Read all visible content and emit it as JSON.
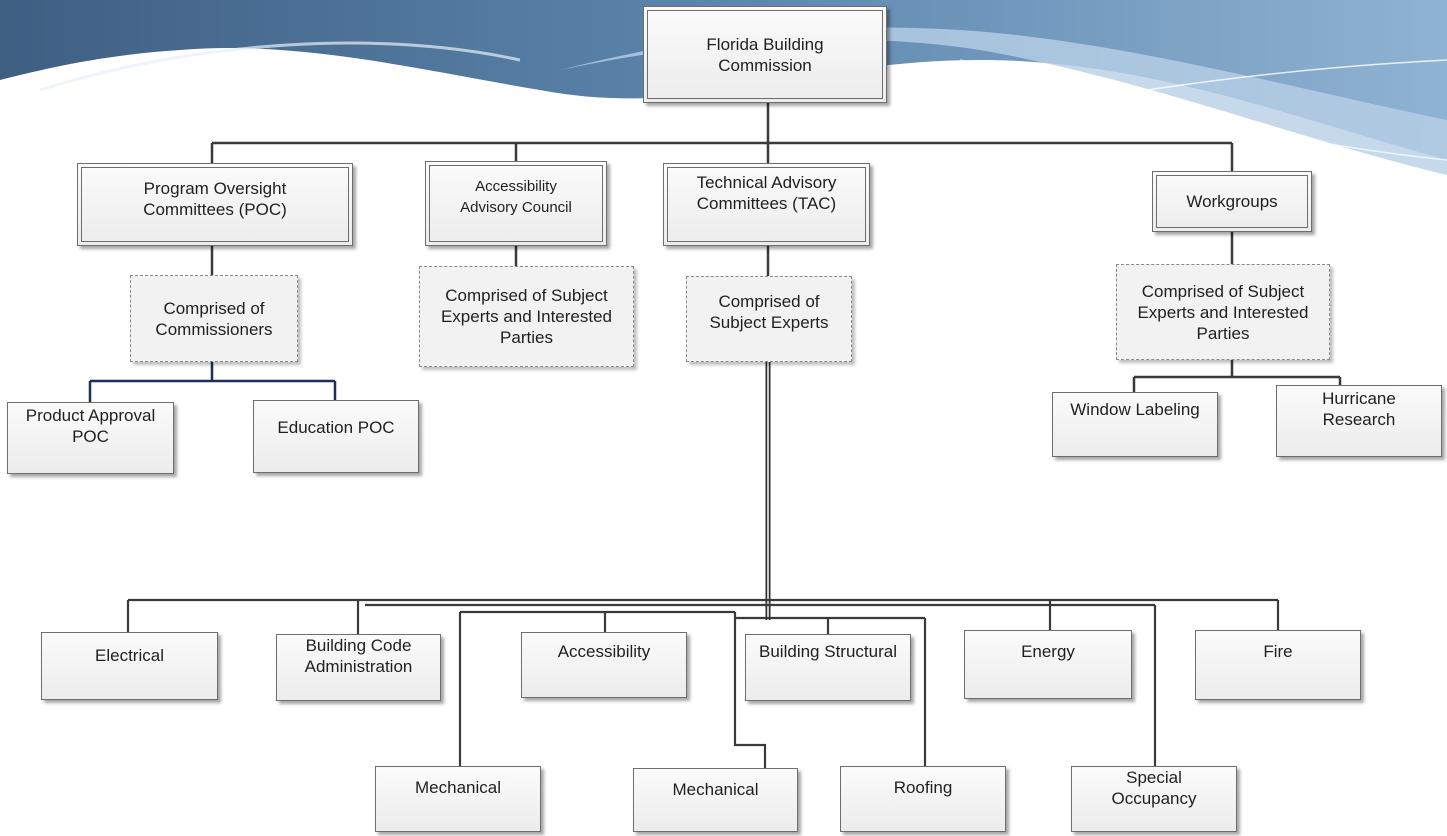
{
  "diagram": {
    "root": {
      "label": "Florida Building\nCommission"
    },
    "committees": [
      {
        "id": "poc",
        "label": "Program Oversight\nCommittees (POC)"
      },
      {
        "id": "aac",
        "label": "Accessibility\nAdvisory Council"
      },
      {
        "id": "tac",
        "label": "Technical Advisory\nCommittees (TAC)"
      },
      {
        "id": "wg",
        "label": "Workgroups"
      }
    ],
    "compositions": [
      {
        "id": "poc",
        "label": "Comprised of\nCommissioners"
      },
      {
        "id": "aac",
        "label": "Comprised of Subject\nExperts and Interested\nParties"
      },
      {
        "id": "tac",
        "label": "Comprised of\nSubject Experts"
      },
      {
        "id": "wg",
        "label": "Comprised of Subject\nExperts and Interested\nParties"
      }
    ],
    "poc_members": [
      {
        "label": "Product Approval\nPOC"
      },
      {
        "label": "Education POC"
      }
    ],
    "workgroup_members": [
      {
        "label": "Window Labeling"
      },
      {
        "label": "Hurricane\nResearch"
      }
    ],
    "tac_row1": [
      {
        "label": "Electrical"
      },
      {
        "label": "Building Code\nAdministration"
      },
      {
        "label": "Accessibility"
      },
      {
        "label": "Building Structural"
      },
      {
        "label": "Energy"
      },
      {
        "label": "Fire"
      }
    ],
    "tac_row2": [
      {
        "label": "Mechanical"
      },
      {
        "label": "Mechanical"
      },
      {
        "label": "Roofing"
      },
      {
        "label": "Special\nOccupancy"
      }
    ]
  }
}
